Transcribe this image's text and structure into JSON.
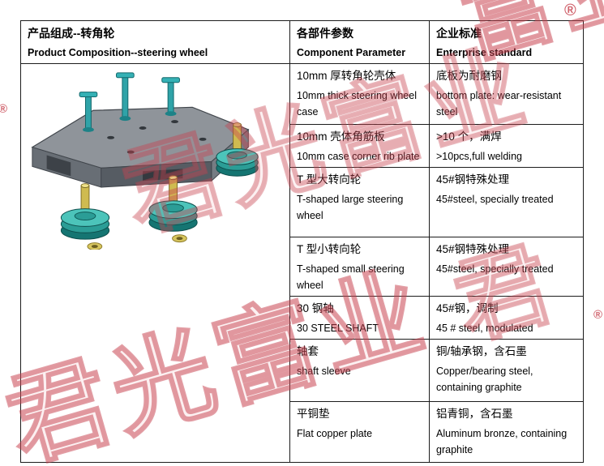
{
  "table": {
    "col1": {
      "zh": "产品组成--转角轮",
      "en": "Product Composition--steering wheel"
    },
    "col2": {
      "zh": "各部件参数",
      "en": "Component Parameter"
    },
    "col3": {
      "zh": "企业标准",
      "en": "Enterprise standard"
    },
    "rows": [
      {
        "param_zh": "10mm 厚转角轮壳体",
        "param_en": "10mm thick steering wheel case",
        "std_zh": "底板为耐磨钢",
        "std_en": "bottom plate: wear-resistant steel"
      },
      {
        "param_zh": "10mm 壳体角筋板",
        "param_en": "10mm case corner rib plate",
        "std_zh": ">10 个，满焊",
        "std_en": ">10pcs,full welding"
      },
      {
        "param_zh": "T 型大转向轮",
        "param_en": "T-shaped large steering wheel",
        "std_zh": "45#钢特殊处理",
        "std_en": "45#steel, specially treated"
      },
      {
        "param_zh": "T 型小转向轮",
        "param_en": "T-shaped small steering wheel",
        "std_zh": "45#钢特殊处理",
        "std_en": "45#steel, specially treated"
      },
      {
        "param_zh": "30 钢轴",
        "param_en": "30 STEEL SHAFT",
        "std_zh": "45#钢，调制",
        "std_en": "45 # steel, modulated"
      },
      {
        "param_zh": "轴套",
        "param_en": "shaft sleeve",
        "std_zh": "铜/轴承钢，含石墨",
        "std_en": "Copper/bearing steel, containing graphite"
      },
      {
        "param_zh": "平铜垫",
        "param_en": "Flat copper plate",
        "std_zh": "铝青铜，含石墨",
        "std_en": "Aluminum bronze, containing graphite"
      }
    ]
  },
  "watermark": {
    "pieces": [
      "君光富业",
      "君光富业",
      "富业",
      "君"
    ],
    "registered": "®"
  },
  "diagram": {
    "label": "steering-wheel-assembly-3d-view",
    "colors": {
      "plate_top": "#8f949a",
      "plate_side_dark": "#565c63",
      "plate_side": "#686e75",
      "pulley_light": "#4cc4ba",
      "pulley_mid": "#2b9d96",
      "pulley_dark": "#157572",
      "shaft_yellow": "#cfbb50",
      "pin_teal": "#2fa3a8"
    }
  }
}
